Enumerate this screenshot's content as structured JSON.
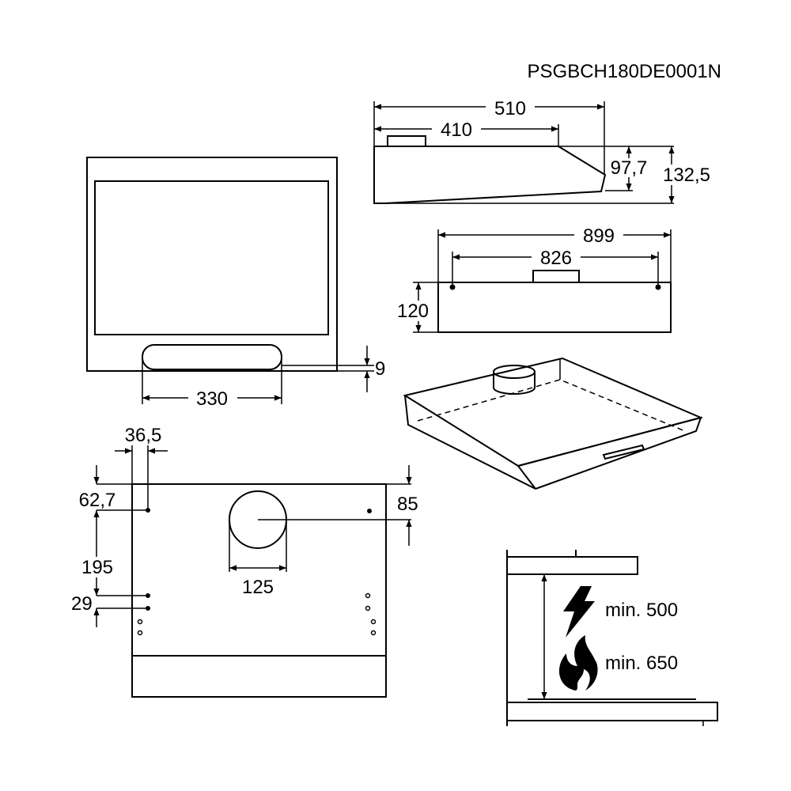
{
  "document_code": "PSGBCH180DE0001N",
  "side_view": {
    "total_depth": "510",
    "body_depth": "410",
    "front_height": "97,7",
    "total_height": "132,5"
  },
  "back_view": {
    "width": "899",
    "hole_spacing": "826",
    "height": "120"
  },
  "bottom_view": {
    "filter_offset": "9",
    "filter_width": "330"
  },
  "wall_template": {
    "hole_offset_x": "36,5",
    "hole_offset_top": "62,7",
    "duct_offset_top": "85",
    "hole_spacing": "195",
    "hole_spacing_small": "29",
    "duct_diameter": "125"
  },
  "clearance": {
    "electric": "min. 500",
    "gas": "min. 650"
  },
  "icons": {
    "electric": "lightning-icon",
    "gas": "flame-icon"
  }
}
